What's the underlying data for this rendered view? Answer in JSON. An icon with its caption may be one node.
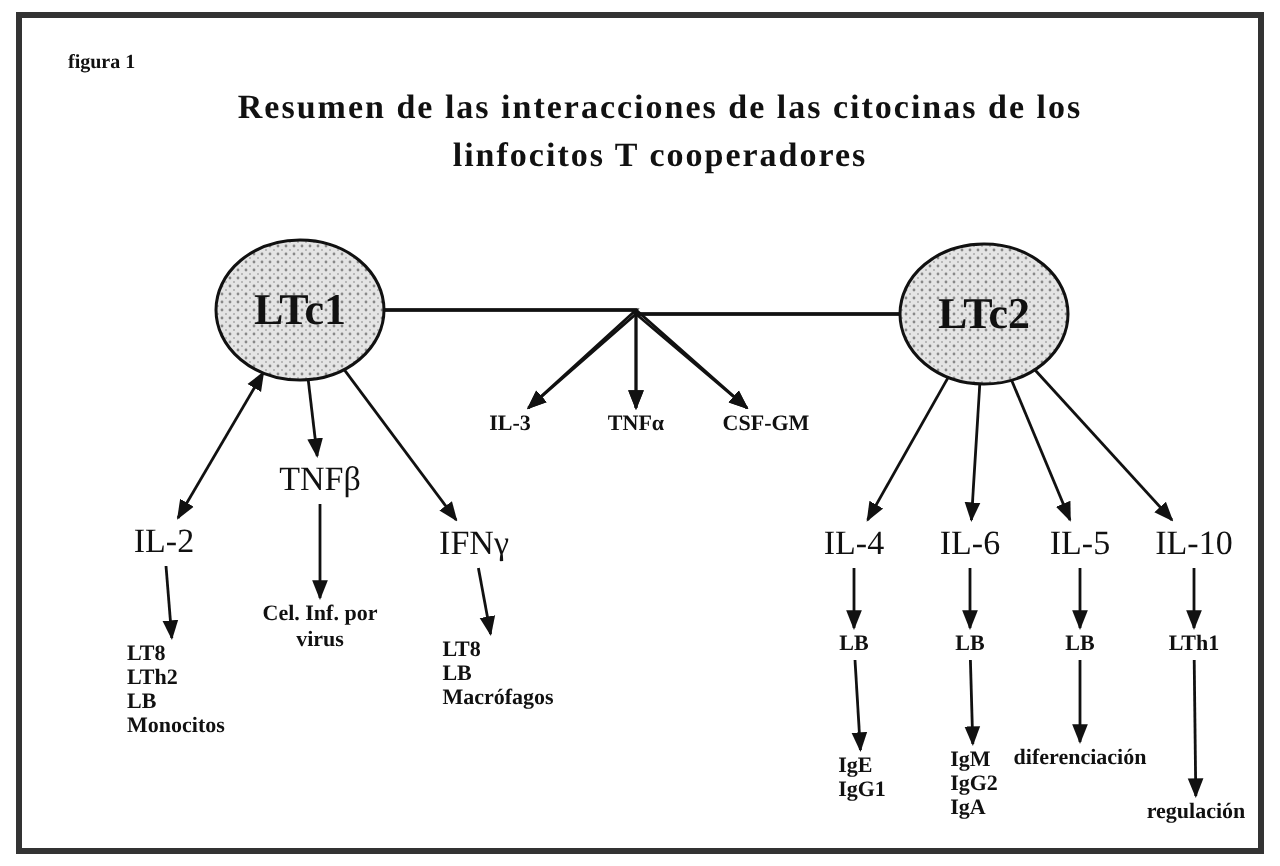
{
  "diagram": {
    "title": "Resumen de las interacciones de las citocinas de los linfocitos T cooperadores",
    "nodes": [
      {
        "text": [
          "LTc1"
        ]
      },
      {
        "text": [
          "LTc2"
        ]
      },
      {
        "text": [
          "IL-3"
        ]
      },
      {
        "text": [
          "TNFα"
        ]
      },
      {
        "text": [
          "CSF-GM"
        ]
      },
      {
        "text": [
          "IL-2"
        ]
      },
      {
        "text": [
          "TNFβ"
        ]
      },
      {
        "text": [
          "IFNγ"
        ]
      },
      {
        "text": [
          "LT8",
          "LTh2",
          "LB",
          "Monocitos"
        ]
      },
      {
        "text": [
          "Cel. Inf. por virus"
        ]
      },
      {
        "text": [
          "LT8",
          "LB",
          "Macrófagos"
        ]
      },
      {
        "text": [
          "IL-4"
        ]
      },
      {
        "text": [
          "IL-6"
        ]
      },
      {
        "text": [
          "IL-5"
        ]
      },
      {
        "text": [
          "IL-10"
        ]
      },
      {
        "text": [
          "LB"
        ]
      },
      {
        "text": [
          "LB"
        ]
      },
      {
        "text": [
          "LB"
        ]
      },
      {
        "text": [
          "LTh1"
        ]
      },
      {
        "text": [
          "IgE",
          "IgG1"
        ]
      },
      {
        "text": [
          "IgM",
          "IgG2",
          "IgA"
        ]
      },
      {
        "text": [
          "diferenciación"
        ]
      },
      {
        "text": [
          "regulación"
        ]
      }
    ],
    "edges": [
      {
        "from": 0,
        "to": 2,
        "arrow": "to"
      },
      {
        "from": 0,
        "to": 3,
        "arrow": "to"
      },
      {
        "from": 0,
        "to": 4,
        "arrow": "to"
      },
      {
        "from": 1,
        "to": 2,
        "arrow": "to"
      },
      {
        "from": 1,
        "to": 3,
        "arrow": "to"
      },
      {
        "from": 1,
        "to": 4,
        "arrow": "to"
      },
      {
        "from": 0,
        "to": 5,
        "arrow": "both"
      },
      {
        "from": 0,
        "to": 6,
        "arrow": "to"
      },
      {
        "from": 0,
        "to": 7,
        "arrow": "to"
      },
      {
        "from": 5,
        "to": 8,
        "arrow": "to"
      },
      {
        "from": 6,
        "to": 9,
        "arrow": "to"
      },
      {
        "from": 7,
        "to": 10,
        "arrow": "to"
      },
      {
        "from": 1,
        "to": 11,
        "arrow": "to"
      },
      {
        "from": 1,
        "to": 12,
        "arrow": "to"
      },
      {
        "from": 1,
        "to": 13,
        "arrow": "to"
      },
      {
        "from": 1,
        "to": 14,
        "arrow": "to"
      },
      {
        "from": 11,
        "to": 15,
        "arrow": "to"
      },
      {
        "from": 12,
        "to": 16,
        "arrow": "to"
      },
      {
        "from": 13,
        "to": 17,
        "arrow": "to"
      },
      {
        "from": 14,
        "to": 18,
        "arrow": "to"
      },
      {
        "from": 15,
        "to": 19,
        "arrow": "to"
      },
      {
        "from": 16,
        "to": 20,
        "arrow": "to"
      },
      {
        "from": 17,
        "to": 21,
        "arrow": "to"
      },
      {
        "from": 18,
        "to": 22,
        "arrow": "to"
      }
    ],
    "labels": [
      "figura 1"
    ]
  }
}
